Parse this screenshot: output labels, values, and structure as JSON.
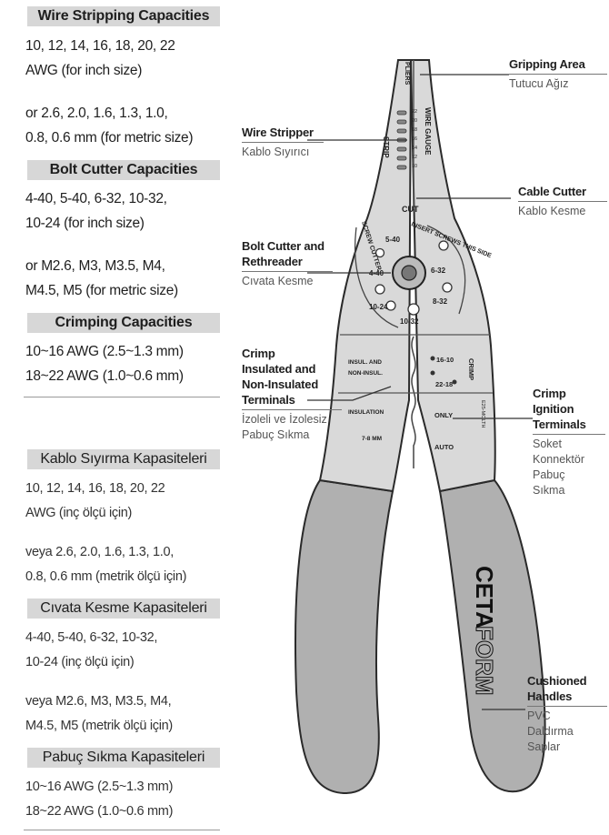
{
  "english": {
    "wire_stripping": {
      "title": "Wire Stripping Capacities",
      "p1_l1": "10, 12, 14, 16, 18, 20, 22",
      "p1_l2": "AWG (for inch size)",
      "p2_l1": "or 2.6, 2.0, 1.6, 1.3, 1.0,",
      "p2_l2": "0.8, 0.6 mm (for metric size)"
    },
    "bolt_cutter": {
      "title": "Bolt Cutter Capacities",
      "p1_l1": "4-40, 5-40, 6-32, 10-32,",
      "p1_l2": "10-24 (for inch size)",
      "p2_l1": "or M2.6, M3, M3.5, M4,",
      "p2_l2": "M4.5, M5 (for metric size)"
    },
    "crimping": {
      "title": "Crimping Capacities",
      "l1": "10~16 AWG (2.5~1.3 mm)",
      "l2": "18~22 AWG (1.0~0.6 mm)"
    }
  },
  "turkish": {
    "wire_stripping": {
      "title": "Kablo Sıyırma Kapasiteleri",
      "p1_l1": "10, 12, 14, 16, 18, 20, 22",
      "p1_l2": "AWG (inç ölçü için)",
      "p2_l1": "veya 2.6, 2.0, 1.6, 1.3, 1.0,",
      "p2_l2": "0.8, 0.6 mm (metrik ölçü için)"
    },
    "bolt_cutter": {
      "title": "Cıvata Kesme Kapasiteleri",
      "p1_l1": "4-40, 5-40, 6-32, 10-32,",
      "p1_l2": "10-24 (inç ölçü için)",
      "p2_l1": "veya M2.6, M3, M3.5, M4,",
      "p2_l2": "M4.5, M5 (metrik ölçü için)"
    },
    "crimping": {
      "title": "Pabuç Sıkma Kapasiteleri",
      "l1": "10~16 AWG (2.5~1.3 mm)",
      "l2": "18~22 AWG (1.0~0.6 mm)"
    }
  },
  "callouts": {
    "gripping": {
      "en": "Gripping Area",
      "tr": "Tutucu Ağız"
    },
    "wire_stripper": {
      "en": "Wire Stripper",
      "tr": "Kablo Sıyırıcı"
    },
    "cable_cutter": {
      "en": "Cable Cutter",
      "tr": "Kablo Kesme"
    },
    "bolt_cutter": {
      "en_l1": "Bolt Cutter and",
      "en_l2": "Rethreader",
      "tr": "Cıvata Kesme"
    },
    "crimp_insulated": {
      "en_l1": "Crimp",
      "en_l2": "Insulated and",
      "en_l3": "Non-Insulated",
      "en_l4": "Terminals",
      "tr_l1": "İzoleli ve İzolesiz",
      "tr_l2": "Pabuç Sıkma"
    },
    "crimp_ignition": {
      "en_l1": "Crimp",
      "en_l2": "Ignition",
      "en_l3": "Terminals",
      "tr_l1": "Soket",
      "tr_l2": "Konnektör",
      "tr_l3": "Pabuç",
      "tr_l4": "Sıkma"
    },
    "cushioned": {
      "en_l1": "Cushioned",
      "en_l2": "Handles",
      "tr_l1": "PVC",
      "tr_l2": "Daldırma",
      "tr_l3": "Saplar"
    }
  },
  "tool": {
    "pliers": "PLIERS",
    "wire_gauge": "WIRE GAUGE",
    "strip": "STRIP",
    "gauge_numbers": [
      "22",
      "20",
      "18",
      "16",
      "14",
      "12",
      "10"
    ],
    "cut": "CUT",
    "insert_screws": "INSERT SCREWS THIS SIDE",
    "screw_cutter": "SCREW CUTTER",
    "holes": {
      "h5_40": "5-40",
      "h4_40": "4-40",
      "h6_32": "6-32",
      "h8_32": "8-32",
      "h10_24": "10-24",
      "h10_32": "10-32"
    },
    "insul_and": "INSUL. AND",
    "non_insul": "NON-INSUL.",
    "r16_10": "16-10",
    "r22_18": "22-18",
    "crimp": "CRIMP",
    "insulation": "INSULATION",
    "only": "ONLY",
    "mm78": "7-8 MM",
    "auto": "AUTO",
    "model": "E25-MOLTH",
    "brand_bold": "CETA",
    "brand_outline": "FORM"
  },
  "colors": {
    "handle": "#b0b0b0",
    "metal": "#d9d9d9",
    "header_bg": "#d7d7d7"
  }
}
